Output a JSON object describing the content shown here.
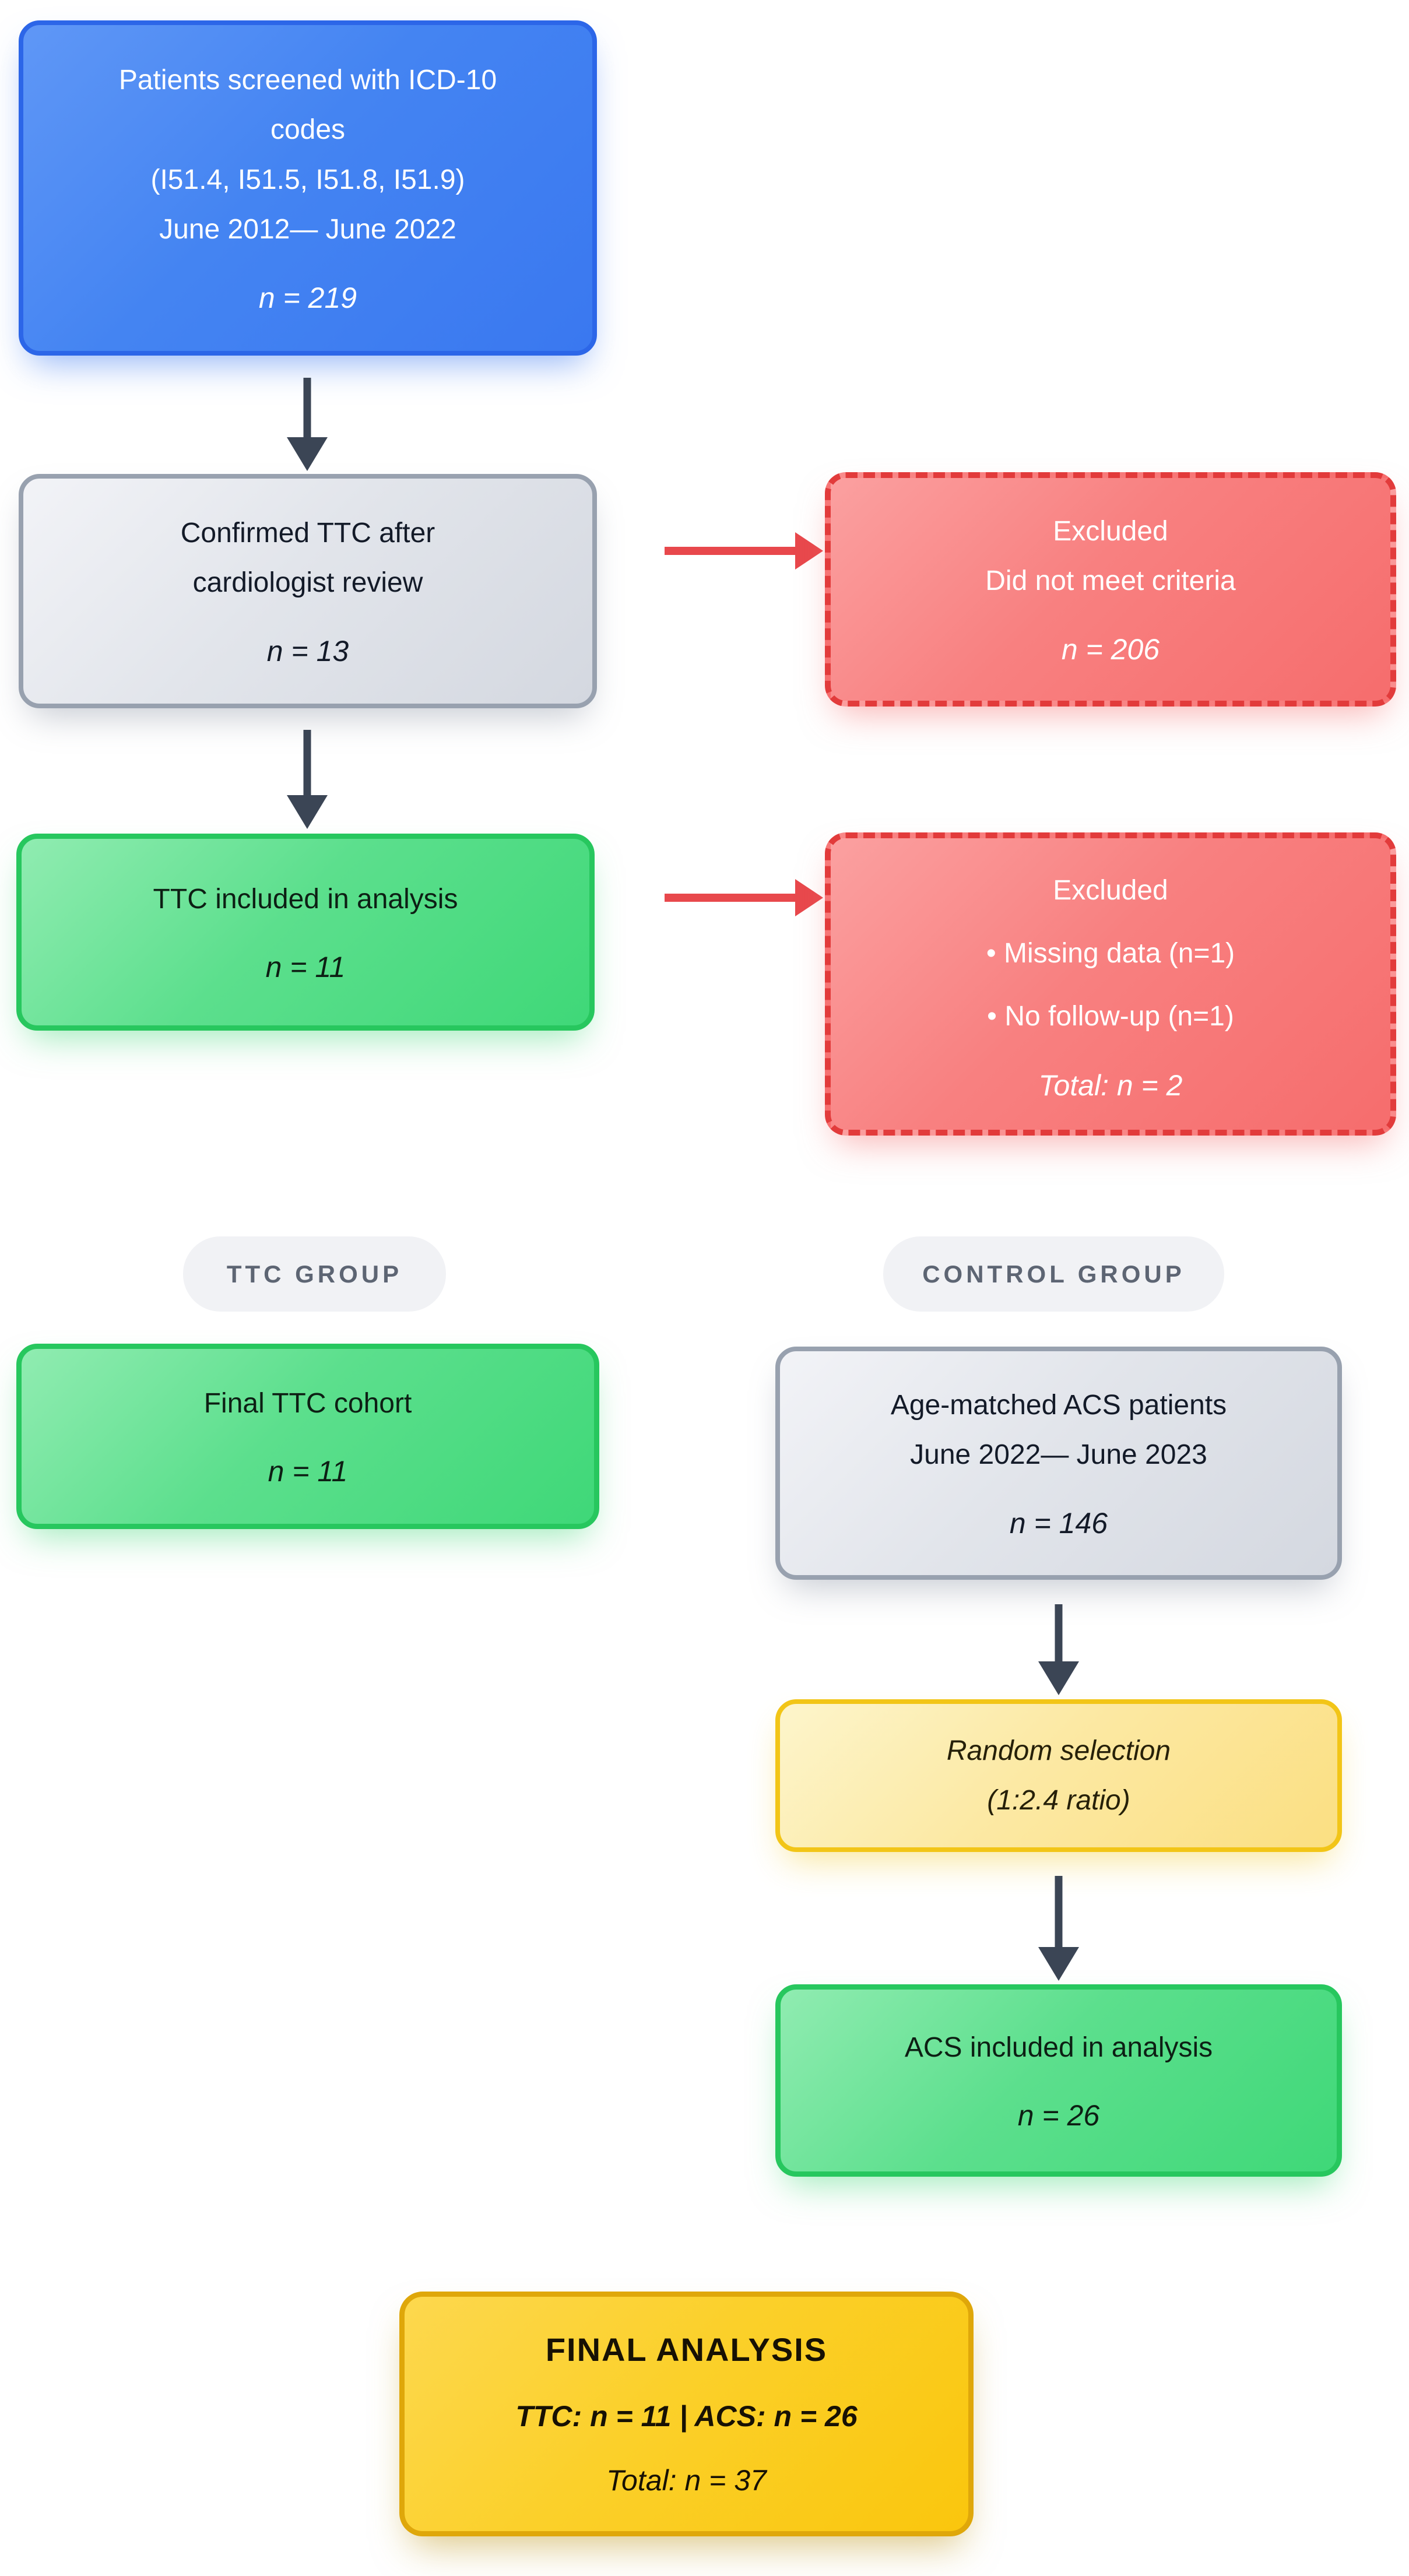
{
  "palette": {
    "blue_fill": "#4484f2",
    "blue_border": "#2c66e8",
    "gray_fill": "#e2e5eb",
    "gray_border": "#98a1af",
    "red_fill": "#f88080",
    "red_border": "#e23b3b",
    "green_fill": "#5cdf8d",
    "green_border": "#27c75e",
    "yellow_fill": "#fce9a4",
    "yellow_border": "#f2c517",
    "gold_fill": "#fbd02a",
    "gold_border": "#dfa70a",
    "arrow_dark": "#3b4555",
    "arrow_red": "#e8484c",
    "text_dark": "#131a28",
    "text_light": "#ffffff",
    "pill_bg": "#f1f2f5",
    "pill_text": "#5d6573"
  },
  "boxes": {
    "screened": {
      "lines": [
        "Patients screened with ICD-10",
        "codes",
        "(I51.4, I51.5, I51.8, I51.9)",
        "June 2012— June 2022"
      ],
      "n_label": "n = 219"
    },
    "confirmed": {
      "lines": [
        "Confirmed TTC after",
        "cardiologist review"
      ],
      "n_label": "n = 13"
    },
    "excluded_criteria": {
      "lines": [
        "Excluded",
        "Did not meet criteria"
      ],
      "n_label": "n = 206"
    },
    "ttc_included": {
      "lines": [
        "TTC included in analysis"
      ],
      "n_label": "n = 11"
    },
    "excluded_other": {
      "lines": [
        "Excluded",
        "• Missing data (n=1)",
        "• No follow-up (n=1)"
      ],
      "n_label": "Total: n = 2"
    },
    "final_ttc": {
      "lines": [
        "Final TTC cohort"
      ],
      "n_label": "n = 11"
    },
    "acs_patients": {
      "lines": [
        "Age-matched ACS patients",
        "June 2022— June 2023"
      ],
      "n_label": "n = 146"
    },
    "random_selection": {
      "lines": [
        "Random selection",
        "(1:2.4 ratio)"
      ]
    },
    "acs_included": {
      "lines": [
        "ACS included in analysis"
      ],
      "n_label": "n = 26"
    },
    "final_analysis": {
      "title": "FINAL ANALYSIS",
      "subtitle": "TTC: n = 11 | ACS: n = 26",
      "total": "Total: n = 37"
    }
  },
  "section_labels": {
    "ttc_group": "TTC GROUP",
    "control_group": "CONTROL GROUP"
  }
}
